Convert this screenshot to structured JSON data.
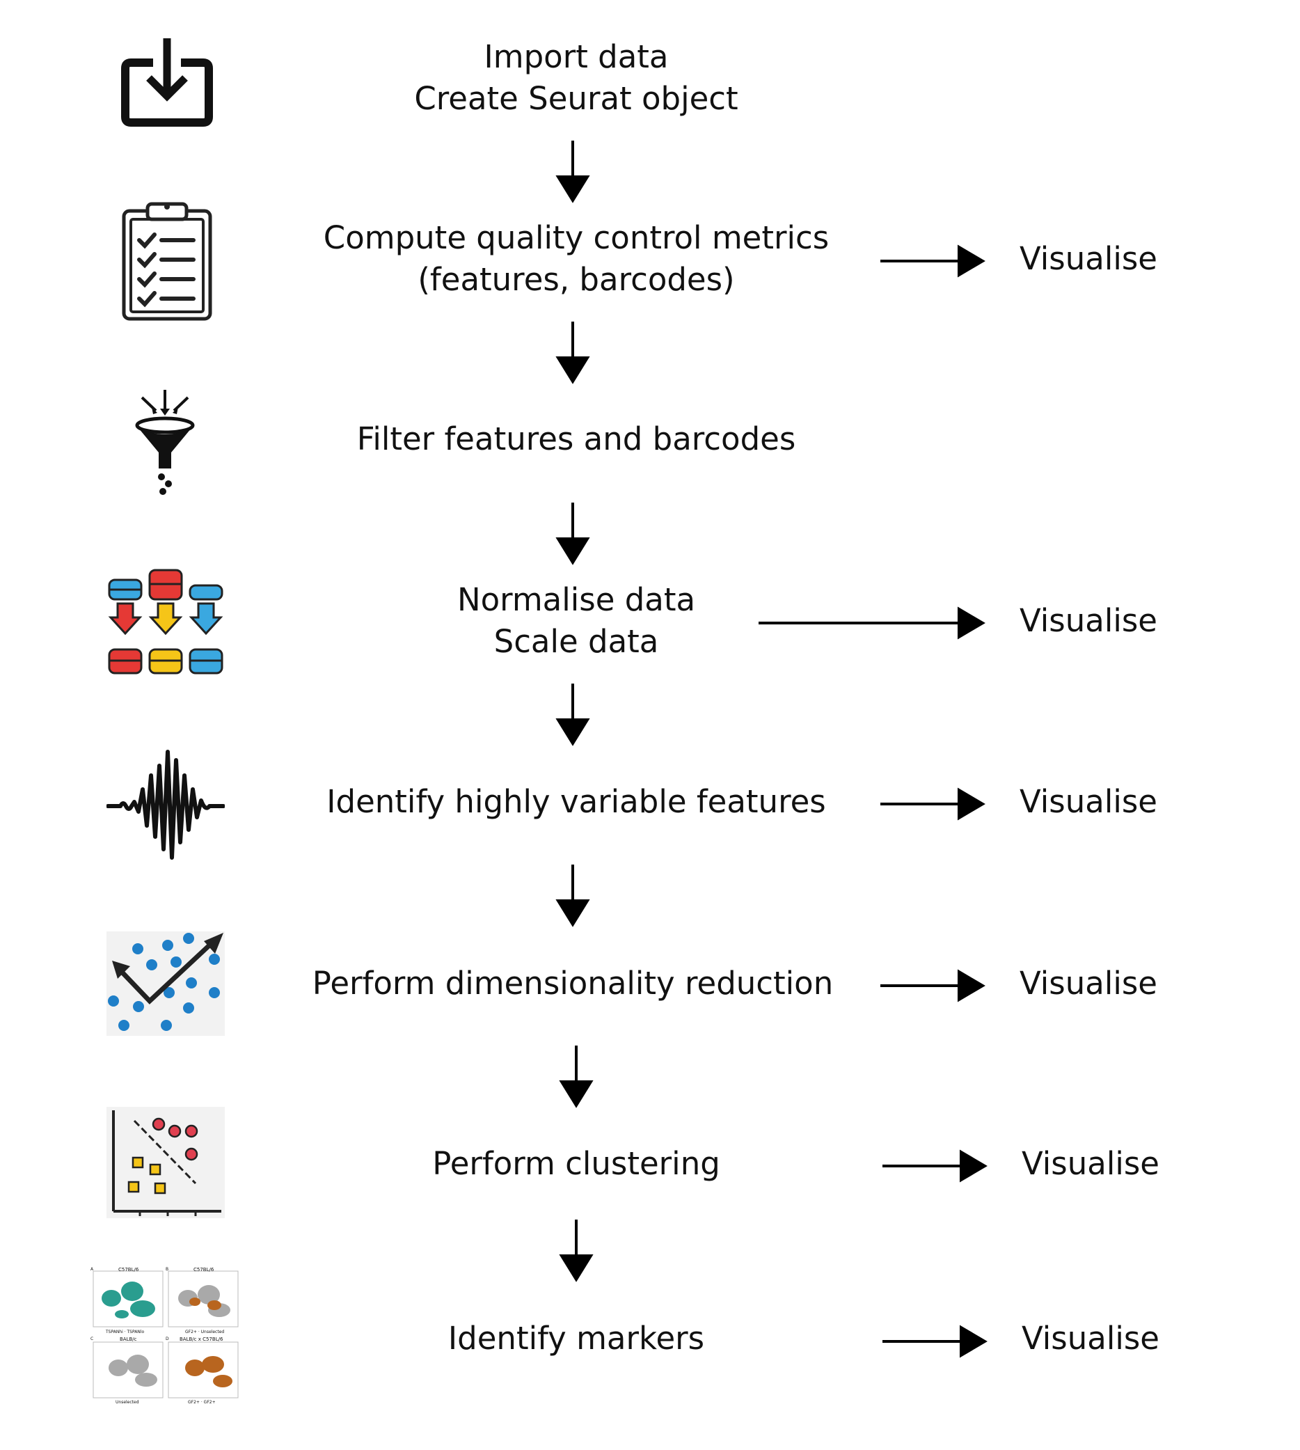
{
  "steps": [
    {
      "lines": [
        "Import data",
        "Create Seurat object"
      ],
      "icon": "import-icon"
    },
    {
      "lines": [
        "Compute quality control metrics",
        "(features, barcodes)"
      ],
      "icon": "clipboard-checklist-icon",
      "visualise": "Visualise"
    },
    {
      "lines": [
        "Filter features and barcodes"
      ],
      "icon": "funnel-filter-icon"
    },
    {
      "lines": [
        "Normalise data",
        "Scale data"
      ],
      "icon": "database-normalise-icon",
      "visualise": "Visualise"
    },
    {
      "lines": [
        "Identify highly variable features"
      ],
      "icon": "waveform-icon",
      "visualise": "Visualise"
    },
    {
      "lines": [
        "Perform dimensionality reduction"
      ],
      "icon": "scatter-trend-icon",
      "visualise": "Visualise"
    },
    {
      "lines": [
        "Perform clustering"
      ],
      "icon": "cluster-plot-icon",
      "visualise": "Visualise"
    },
    {
      "lines": [
        "Identify markers"
      ],
      "icon": "tsne-panels-icon",
      "visualise": "Visualise"
    }
  ],
  "marker_panels": {
    "titles": [
      "C57BL/6",
      "C57BL/6",
      "BALB/c",
      "BALB/c x C57BL/6"
    ],
    "legends": [
      "TSPANhi · TSPANlo",
      "GF2+ · Unselected",
      "Unselected",
      "GF2+ · GF2+"
    ],
    "letters": [
      "A",
      "B",
      "C",
      "D"
    ]
  }
}
